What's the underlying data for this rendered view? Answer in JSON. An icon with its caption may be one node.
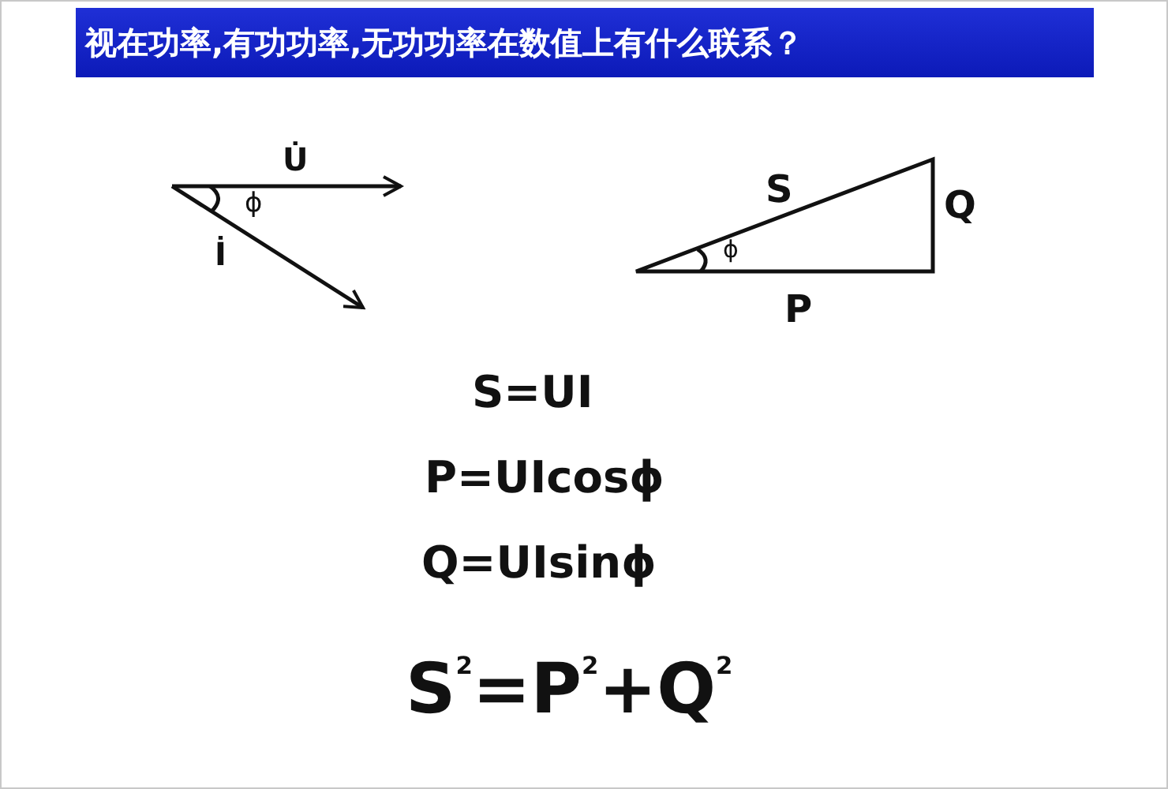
{
  "diagram": {
    "title": "视在功率,有功功率,无功功率在数值上有什么联系？",
    "labels": [
      "U̇",
      "ϕ",
      "İ",
      "S",
      "Q",
      "ϕ",
      "P",
      "S=UI",
      "P=UIcosϕ",
      "Q=UIsinϕ",
      "S$^{2}$=P$^{2}$+Q$^{2}$"
    ]
  }
}
